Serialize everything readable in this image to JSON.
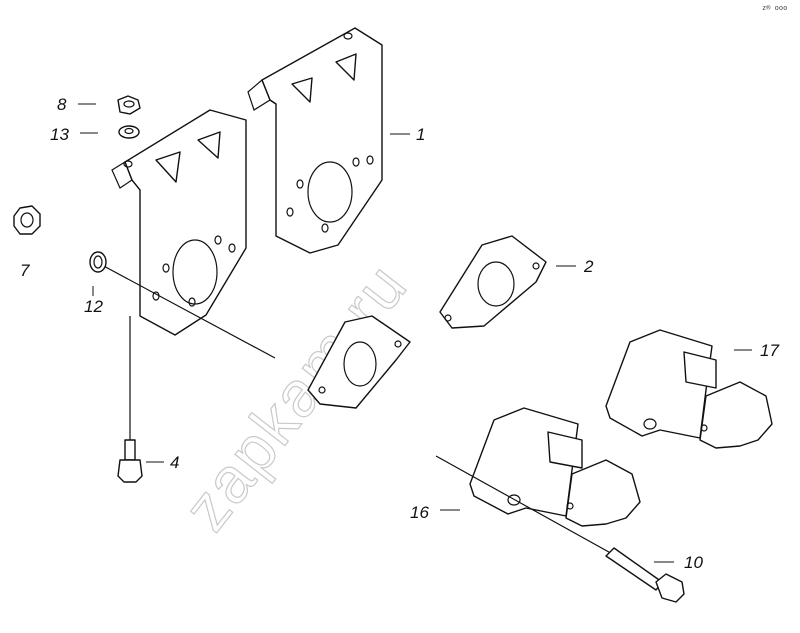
{
  "corner_code": "z® ooo",
  "watermark": "zapkam.ru",
  "callouts": {
    "p1": "1",
    "p2": "2",
    "p4": "4",
    "p7": "7",
    "p8": "8",
    "p10": "10",
    "p12": "12",
    "p13": "13",
    "p16": "16",
    "p17": "17"
  }
}
